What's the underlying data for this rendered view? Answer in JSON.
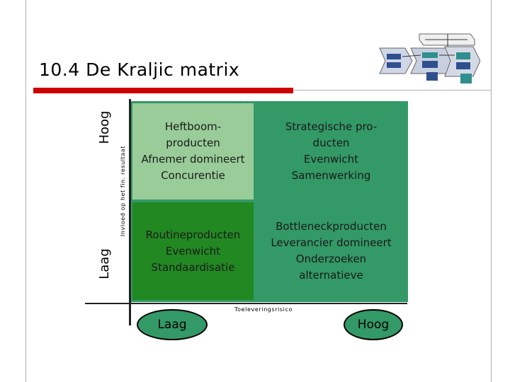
{
  "title": "10.4 De Kraljic matrix",
  "y_axis": {
    "label": "Invloed op het fin. resultaat",
    "high": "Hoog",
    "low": "Laag"
  },
  "x_axis": {
    "label": "Toeleveringsrisico",
    "low": "Laag",
    "high": "Hoog"
  },
  "quadrants": {
    "top_left": {
      "lines": [
        "Heftboom-",
        "producten",
        "Afnemer domineert",
        "Concurentie"
      ],
      "color": "#99cc99"
    },
    "top_right": {
      "lines": [
        "Strategische pro-",
        "ducten",
        "Evenwicht",
        "Samenwerking"
      ],
      "color": "#339966"
    },
    "bottom_left": {
      "lines": [
        "Routineproducten",
        "Evenwicht",
        "Standaardisatie"
      ],
      "color": "#228822"
    },
    "bottom_right": {
      "lines": [
        "Bottleneckproducten",
        "Leverancier domineert",
        "Onderzoeken",
        "alternatieve"
      ],
      "color": "#339966"
    }
  },
  "colors": {
    "accent_red": "#cc0000",
    "matrix_green": "#339966"
  },
  "logo_icon": "process-flow-icon"
}
